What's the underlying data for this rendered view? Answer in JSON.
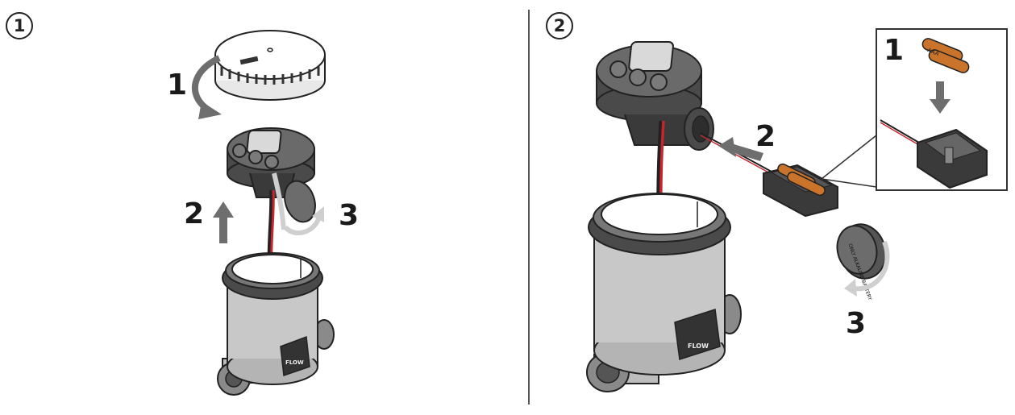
{
  "steps": [
    {
      "badge": "1",
      "labels": {
        "unscrew_cap": "1",
        "lift_unit": "2",
        "open_cover": "3"
      }
    },
    {
      "badge": "2",
      "labels": {
        "insert_batteries": "1",
        "pull_holder": "2",
        "close_cover": "3"
      }
    }
  ],
  "markings": {
    "flow": "FLOW",
    "cover_text": "ONLY ALKALINE BATTERY",
    "battery_type": "AAA"
  },
  "colors": {
    "outline": "#222222",
    "body_grey": "#c8c8c8",
    "dark_grey": "#4a4a4a",
    "arrow": "#6e6e6e",
    "wire_red": "#c4262e",
    "battery_copper": "#c9732b"
  }
}
